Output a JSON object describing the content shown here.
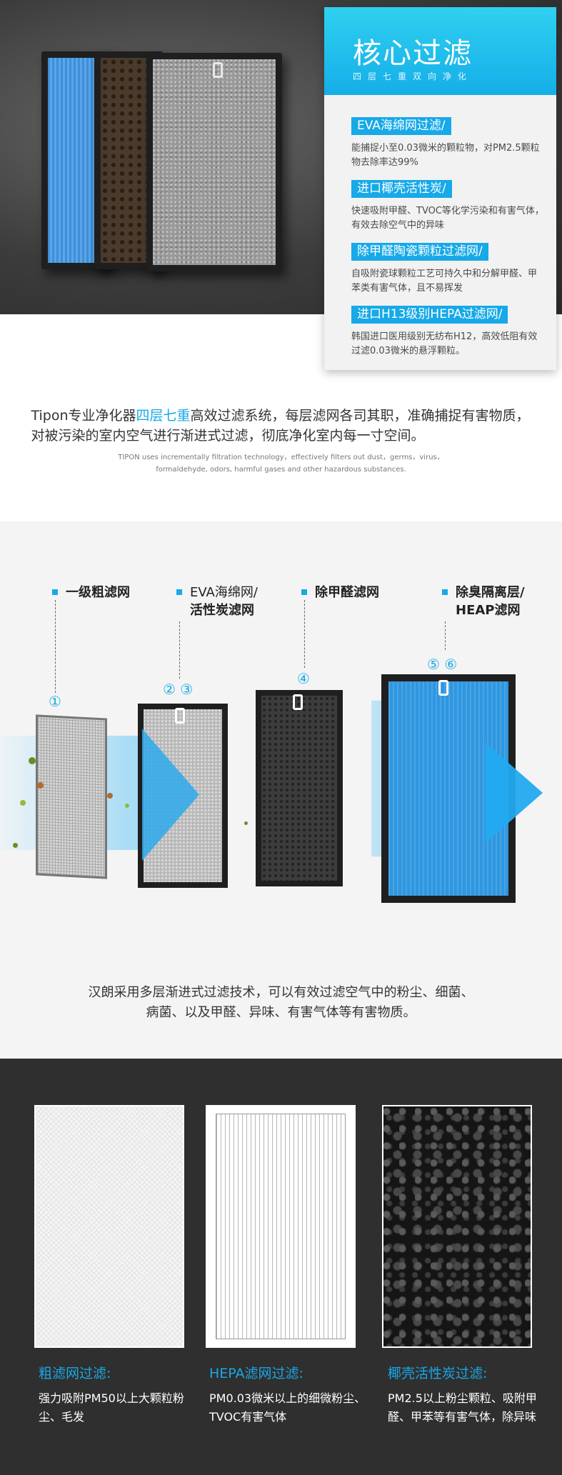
{
  "hero": {
    "title": "核心过滤",
    "subtitle": "四层七重双向净化",
    "layers": [
      {
        "label": "EVA海绵网过滤/",
        "desc": "能捕捉小至0.03微米的颗粒物，对PM2.5颗粒物去除率达99%"
      },
      {
        "label": "进口椰壳活性炭/",
        "desc": "快速吸附甲醛、TVOC等化学污染和有害气体，有效去除空气中的异味"
      },
      {
        "label": "除甲醛陶瓷颗粒过滤网/",
        "desc": "自吸附瓷球颗粒工艺可持久中和分解甲醛、甲苯类有害气体，且不易挥发"
      },
      {
        "label": "进口H13级别HEPA过滤网/",
        "desc": "韩国进口医用级别无纺布H12，高效低阻有效过滤0.03微米的悬浮颗粒。"
      }
    ]
  },
  "intro": {
    "cn_prefix": "Tipon专业净化器",
    "cn_highlight": "四层七重",
    "cn_suffix": "高效过滤系统，每层滤网各司其职，准确捕捉有害物质，对被污染的室内空气进行渐进式过滤，彻底净化室内每一寸空间。",
    "en_line1": "TIPON uses incrementally filtration technology，effectively filters out dust，germs，virus，",
    "en_line2": "formaldehyde, odors, harmful gases and other hazardous substances."
  },
  "diagram": {
    "stages": [
      {
        "label": "一级粗滤网",
        "number": "①"
      },
      {
        "label_line1": "EVA海绵网/",
        "label_line2": "活性炭滤网",
        "number": "② ③"
      },
      {
        "label": "除甲醛滤网",
        "number": "④"
      },
      {
        "label_line1": "除臭隔离层/",
        "label_line2": "HEAP滤网",
        "number": "⑤ ⑥"
      }
    ],
    "caption_line1": "汉朗采用多层渐进式过滤技术，可以有效过滤空气中的粉尘、细菌、",
    "caption_line2": "病菌、以及甲醛、异味、有害气体等有害物质。"
  },
  "materials": [
    {
      "title": "粗滤网过滤:",
      "desc": "强力吸附PM50以上大颗粒粉尘、毛发"
    },
    {
      "title": "HEPA滤网过滤:",
      "desc": "PM0.03微米以上的细微粉尘、TVOC有害气体"
    },
    {
      "title": "椰壳活性炭过滤:",
      "desc": "PM2.5以上粉尘颗粒、吸附甲醛、甲苯等有害气体，除异味"
    }
  ],
  "colors": {
    "accent": "#17a9e8",
    "hero_bg": "#3c3c3c",
    "materials_bg": "#2f2f2f"
  }
}
